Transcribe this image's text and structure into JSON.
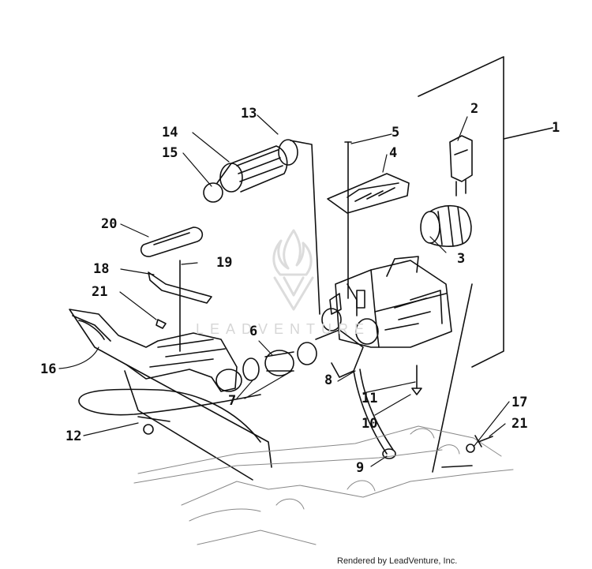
{
  "diagram": {
    "callouts": [
      "1",
      "2",
      "3",
      "4",
      "5",
      "6",
      "7",
      "8",
      "9",
      "10",
      "11",
      "12",
      "13",
      "14",
      "15",
      "16",
      "17",
      "18",
      "19",
      "20",
      "21",
      "21"
    ],
    "credit": "Rendered by LeadVenture, Inc.",
    "watermark": "LEADVENTURE"
  }
}
